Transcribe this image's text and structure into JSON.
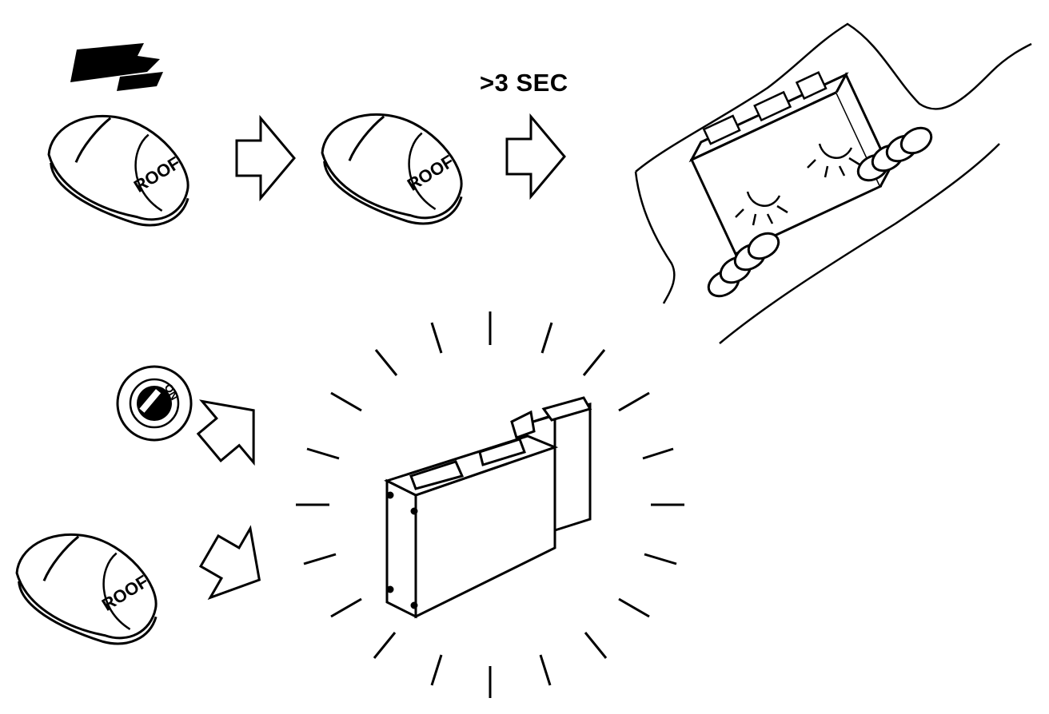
{
  "caption": ">3 SEC",
  "button_label": "ROOF",
  "key_switch_label": "ON",
  "colors": {
    "ink": "#000000",
    "paper": "#ffffff"
  },
  "icons": [
    "roof-button-icon",
    "key-switch-icon",
    "arrow-right-icon",
    "push-direction-arrow-icon",
    "control-module-icon",
    "hands-holding-icon",
    "light-flash-icon"
  ]
}
